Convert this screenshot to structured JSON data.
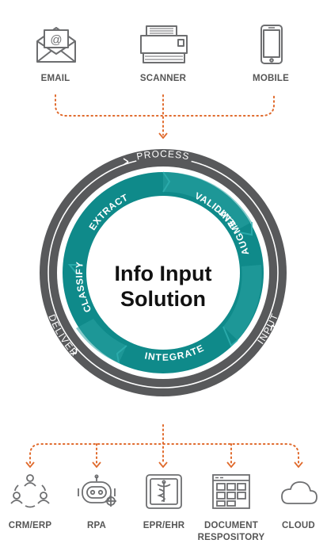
{
  "inputs": [
    {
      "label": "EMAIL",
      "icon": "email-icon"
    },
    {
      "label": "SCANNER",
      "icon": "scanner-icon"
    },
    {
      "label": "MOBILE",
      "icon": "mobile-phone-icon"
    }
  ],
  "outer_ring": {
    "top": "PROCESS",
    "left": "INPUT",
    "right": "DELIVER"
  },
  "inner_steps": {
    "extract": "EXTRACT",
    "validate": "VALIDATE",
    "augment": "AUGMENT",
    "integrate": "INTEGRATE",
    "classify": "CLASSIFY"
  },
  "center": {
    "line1": "Info Input",
    "line2": "Solution"
  },
  "outputs": [
    {
      "label": "CRM/ERP",
      "icon": "people-cycle-icon"
    },
    {
      "label": "RPA",
      "icon": "robot-icon"
    },
    {
      "label": "EPR/EHR",
      "icon": "medical-caduceus-icon"
    },
    {
      "label": "DOCUMENT RESPOSITORY",
      "icon": "document-grid-icon"
    },
    {
      "label": "CLOUD",
      "icon": "cloud-icon"
    }
  ],
  "colors": {
    "ring": "#58595b",
    "teal": "#0f8a8a",
    "teal_light": "#2aa3a3",
    "connector": "#e06a2c",
    "icon": "#6d6e70",
    "label": "#555555"
  }
}
